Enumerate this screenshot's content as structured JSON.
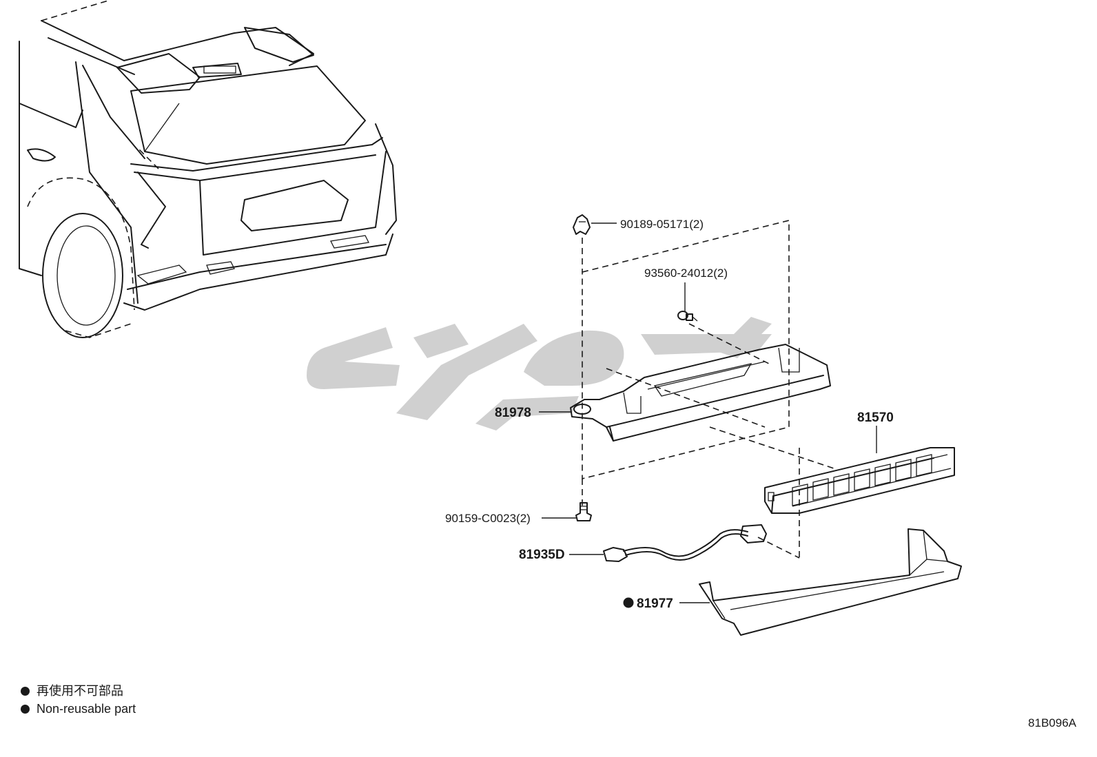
{
  "parts": [
    {
      "id": "p1",
      "label": "90189-05171(2)"
    },
    {
      "id": "p2",
      "label": "93560-24012(2)"
    },
    {
      "id": "p3",
      "label": "81978"
    },
    {
      "id": "p4",
      "label": "81570"
    },
    {
      "id": "p5",
      "label": "90159-C0023(2)"
    },
    {
      "id": "p6",
      "label": "81935D"
    },
    {
      "id": "p7",
      "label": "81977",
      "non_reusable": true
    }
  ],
  "legend": {
    "items": [
      {
        "label": "再使用不可部品"
      },
      {
        "label": "Non-reusable part"
      }
    ]
  },
  "diagram_code": "81B096A",
  "icons": {
    "bullet": "filled-circle-icon",
    "watermark": "brand-logo-watermark"
  }
}
